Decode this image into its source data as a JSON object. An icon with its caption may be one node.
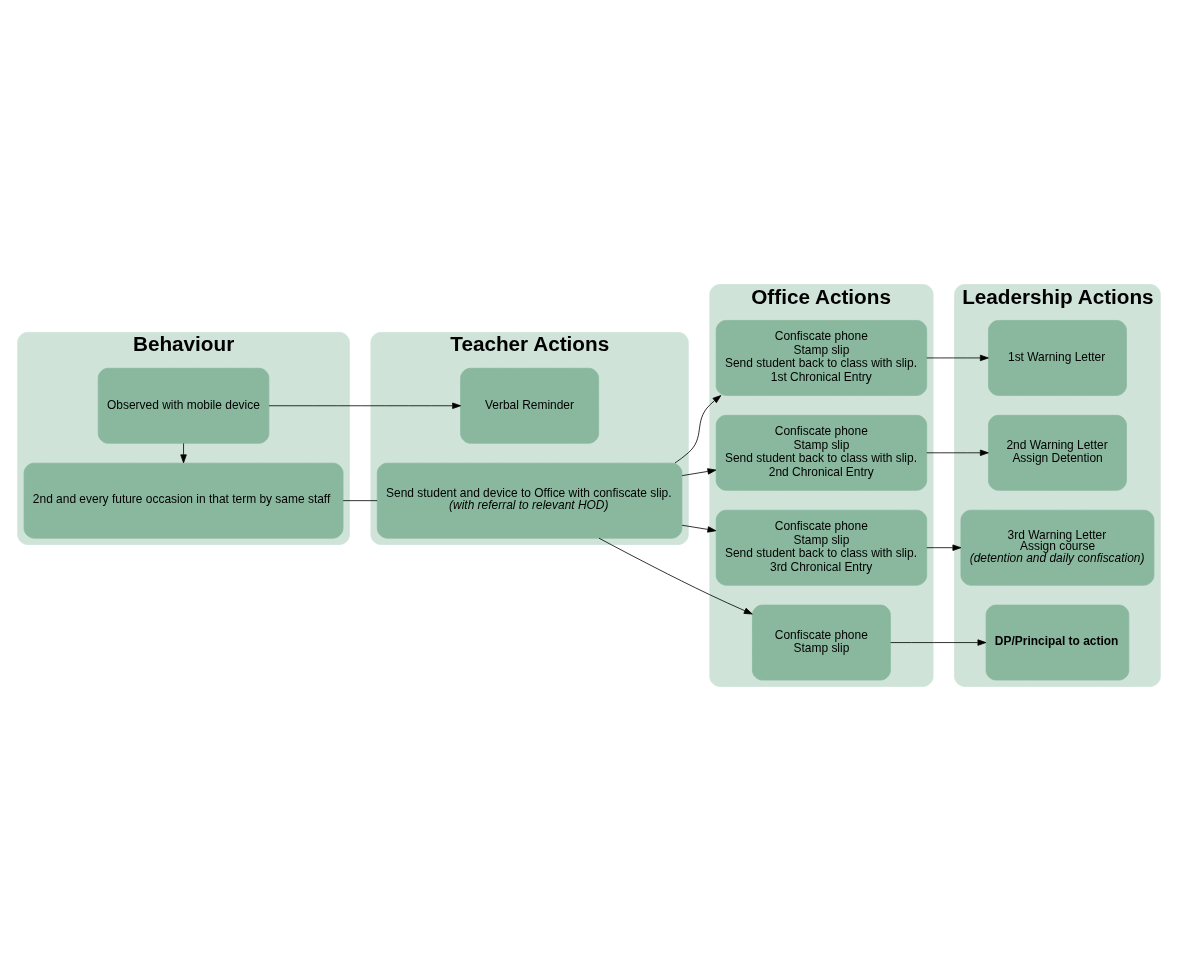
{
  "diagram": {
    "nodes": [
      {
        "text": [
          "Behaviour"
        ]
      },
      {
        "text": [
          "Teacher Actions"
        ]
      },
      {
        "text": [
          "Office Actions"
        ]
      },
      {
        "text": [
          "Leadership Actions"
        ]
      },
      {
        "text": [
          "Observed with mobile device"
        ],
        "in": 0
      },
      {
        "text": [
          "Verbal Reminder"
        ],
        "in": 1
      },
      {
        "text": [
          "2nd and every future occasion in that term by same staff"
        ],
        "in": 0
      },
      {
        "text": [
          "Send student and device to Office with confiscate slip.",
          "(with referral to relevant HOD)"
        ],
        "in": 1
      },
      {
        "text": [
          "Confiscate phone",
          "Stamp slip",
          "Send student back to class with slip.",
          "1st Chronical Entry"
        ],
        "in": 2
      },
      {
        "text": [
          "1st Warning Letter"
        ],
        "in": 3
      },
      {
        "text": [
          "Confiscate phone",
          "Stamp slip",
          "Send student back to class with slip.",
          "2nd Chronical Entry"
        ],
        "in": 2
      },
      {
        "text": [
          "2nd Warning Letter",
          "Assign Detention"
        ],
        "in": 3
      },
      {
        "text": [
          "Confiscate phone",
          "Stamp slip",
          "Send student back to class with slip.",
          "3rd Chronical Entry"
        ],
        "in": 2
      },
      {
        "text": [
          "3rd Warning Letter",
          "Assign course",
          "(detention and daily confiscation)"
        ],
        "in": 3
      },
      {
        "text": [
          "Confiscate phone",
          "Stamp slip"
        ],
        "in": 2
      },
      {
        "text": [
          "DP/Principal to action"
        ],
        "in": 3
      }
    ],
    "edges": [
      {
        "from": 4,
        "to": 5,
        "arrow": "to"
      },
      {
        "from": 4,
        "to": 6,
        "arrow": "to"
      },
      {
        "from": 6,
        "to": 7,
        "arrow": "none"
      },
      {
        "from": 7,
        "to": 8,
        "arrow": "to"
      },
      {
        "from": 8,
        "to": 9,
        "arrow": "to"
      },
      {
        "from": 7,
        "to": 10,
        "arrow": "to"
      },
      {
        "from": 10,
        "to": 11,
        "arrow": "to"
      },
      {
        "from": 7,
        "to": 12,
        "arrow": "to"
      },
      {
        "from": 12,
        "to": 13,
        "arrow": "to"
      },
      {
        "from": 7,
        "to": 14,
        "arrow": "to"
      },
      {
        "from": 14,
        "to": 15,
        "arrow": "to"
      }
    ]
  }
}
